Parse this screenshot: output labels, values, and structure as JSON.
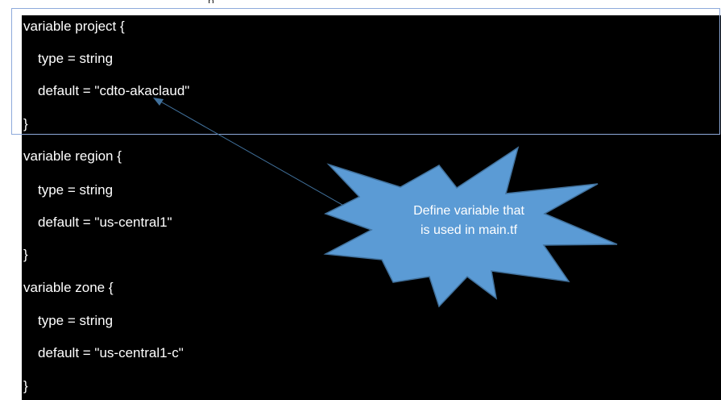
{
  "code": {
    "lines": [
      "variable project {",
      "type = string",
      "default = \"cdto-akaclaud\"",
      "}",
      "variable region {",
      "type = string",
      "default = \"us-central1\"",
      "}",
      "variable zone {",
      "type = string",
      "default = \"us-central1-c\"",
      "}"
    ]
  },
  "callout": {
    "line1": "Define variable that",
    "line2": "is used in main.tf",
    "fill_color": "#5b9bd5",
    "stroke_color": "#41719c"
  },
  "colors": {
    "panel_background": "#000000",
    "code_text": "#ffffff",
    "selection_border": "#8eaadb"
  }
}
